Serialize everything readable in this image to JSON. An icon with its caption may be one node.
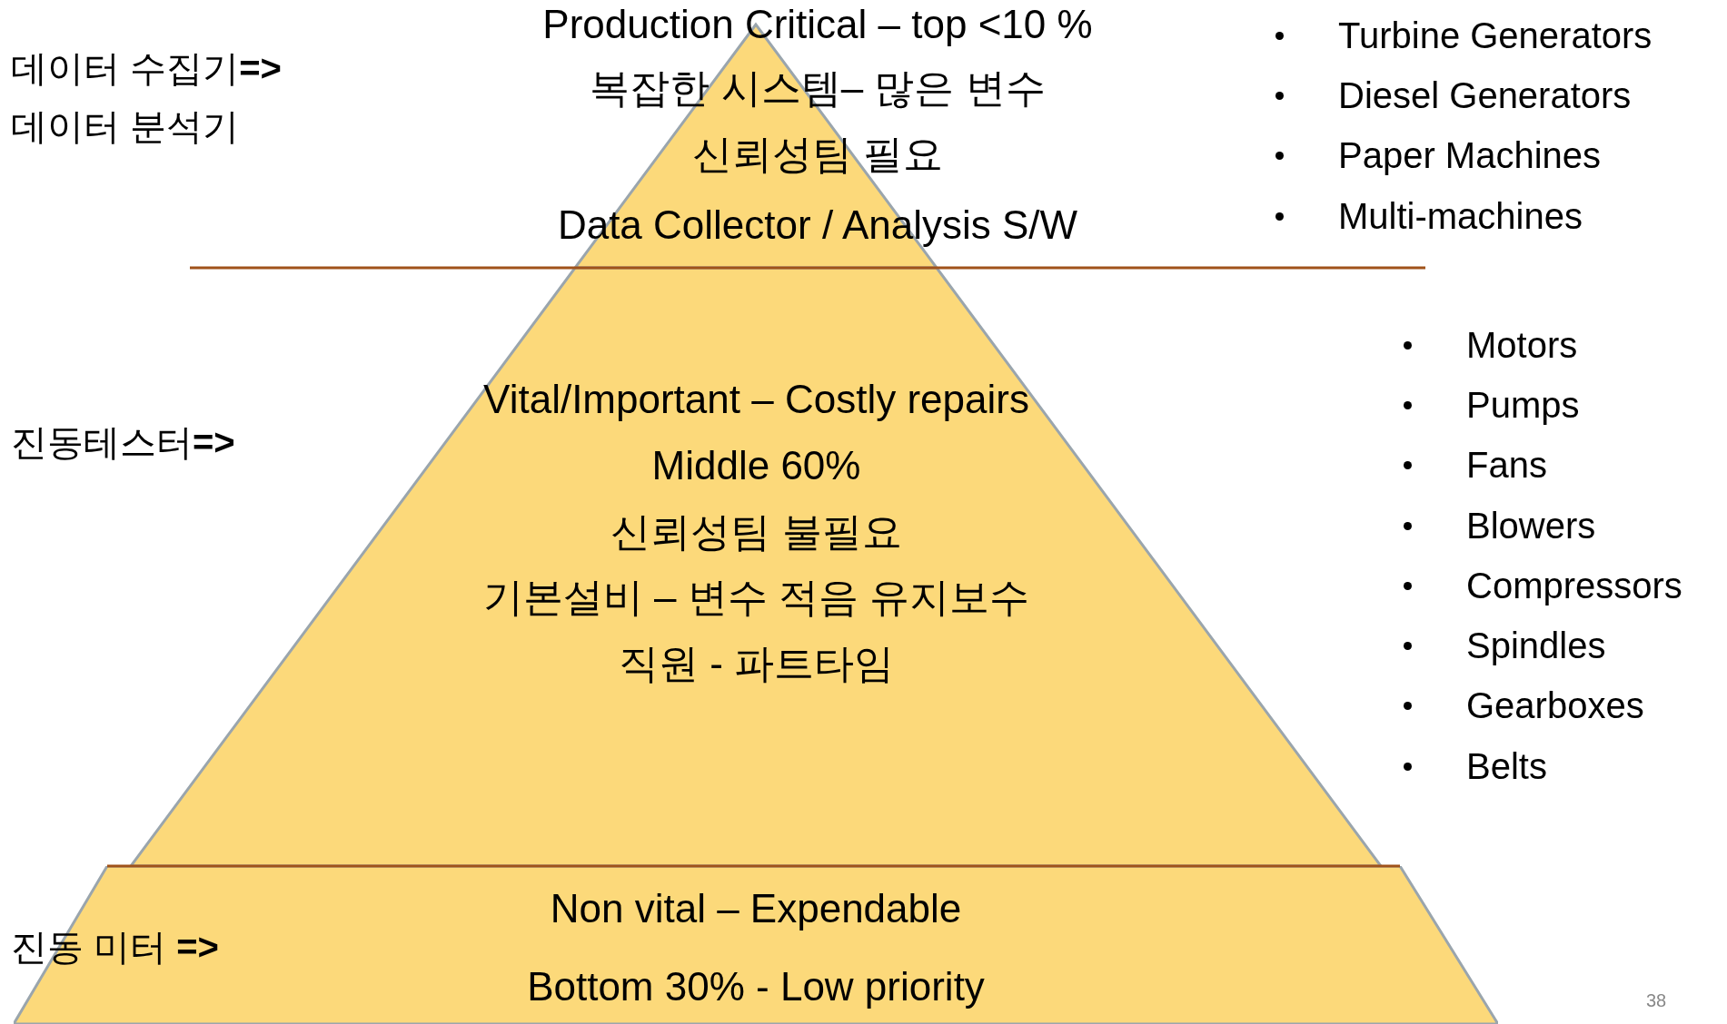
{
  "diagram": {
    "nodes": [
      {
        "text": [
          "Production Critical – top <10 %",
          "복잡한 시스템– 많은 변수",
          "신뢰성팀 필요",
          "Data Collector / Analysis S/W"
        ]
      },
      {
        "text": [
          "Vital/Important – Costly repairs",
          "Middle 60%",
          "신뢰성팀 불필요",
          "기본설비 – 변수 적음 유지보수",
          "직원 - 파트타임"
        ]
      },
      {
        "text": [
          "Non vital – Expendable",
          "Bottom 30% - Low priority"
        ]
      }
    ],
    "edges": [],
    "labels": [
      "데이터 수집기**=>**",
      "데이터 분석기",
      "Turbine Generators",
      "Diesel Generators",
      "Paper Machines",
      "Multi-machines",
      "Motors",
      "Pumps",
      "진동테스터**=>**",
      "Fans",
      "Blowers",
      "Compressors",
      "Spindles",
      "Gearboxes",
      "Belts",
      "진동 미터 **=>**",
      "38"
    ]
  }
}
